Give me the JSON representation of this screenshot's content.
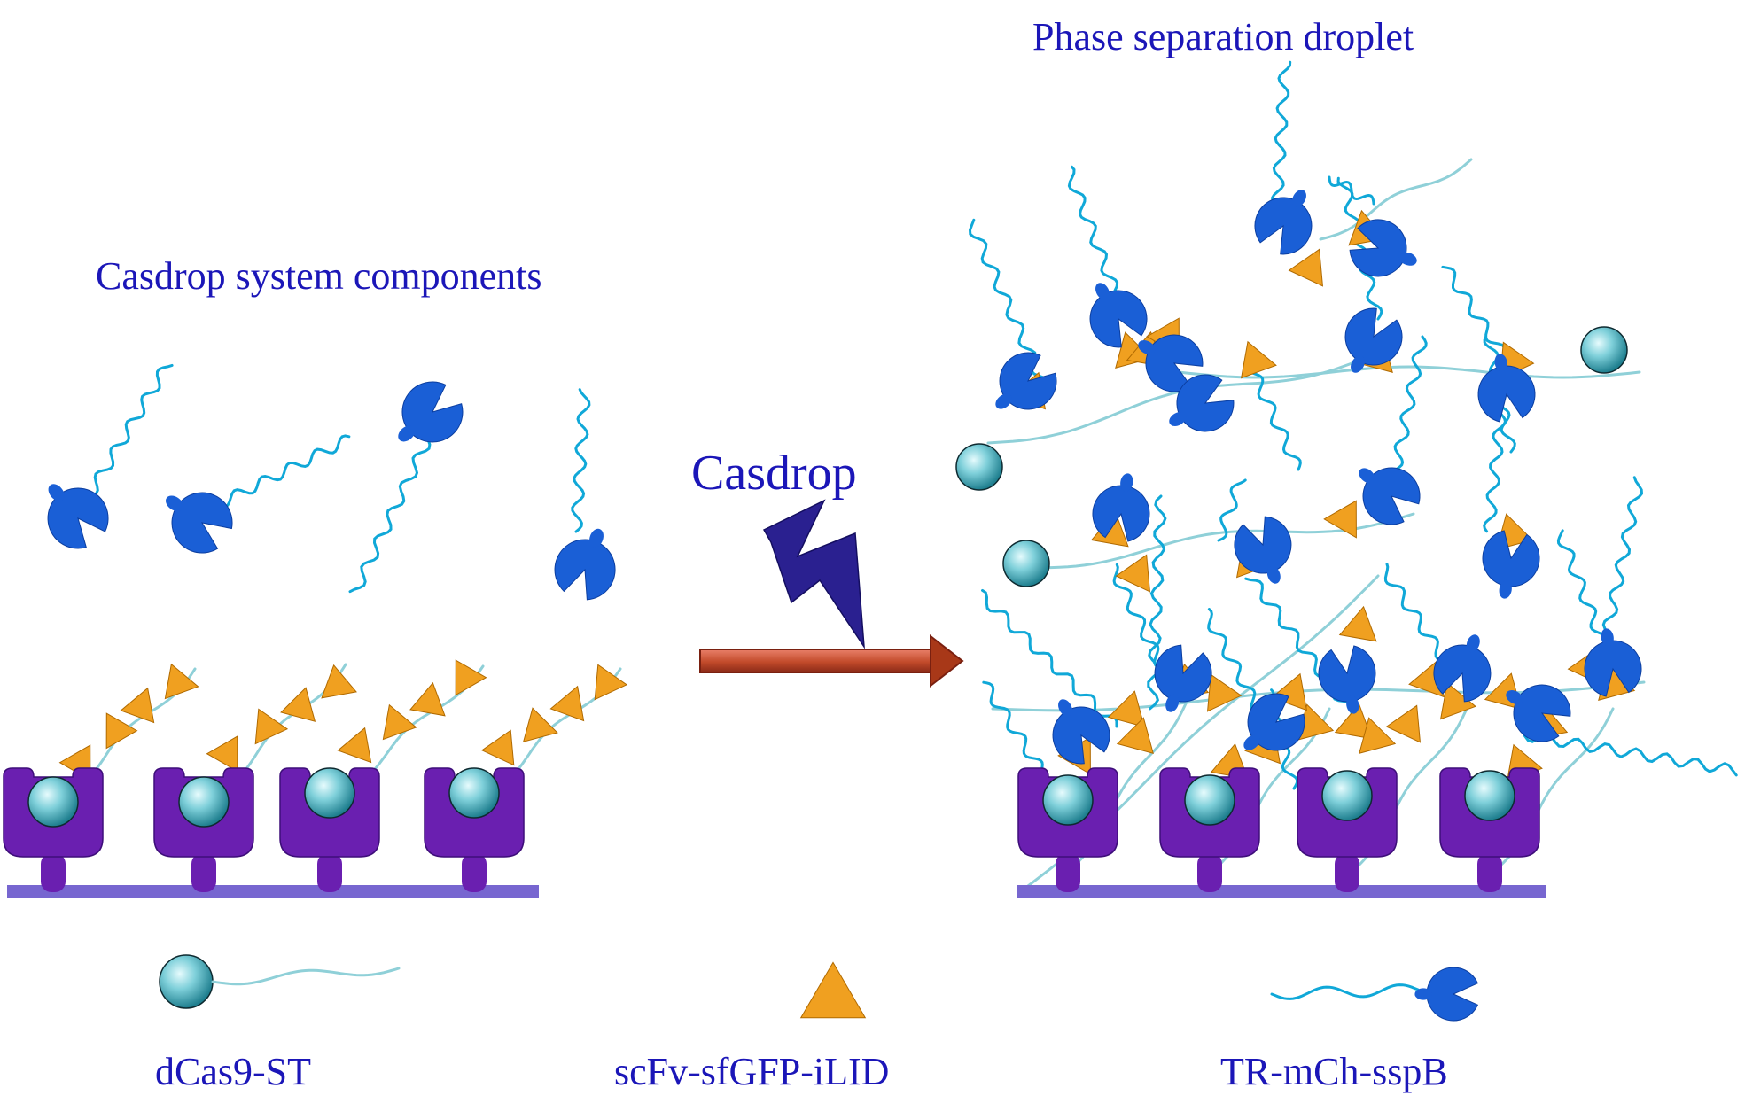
{
  "labels": {
    "left_title": "Casdrop system components",
    "right_title": "Phase separation droplet",
    "arrow_label": "Casdrop"
  },
  "legend": [
    {
      "name": "dCas9-ST",
      "icon": "sphere-with-tail-icon"
    },
    {
      "name": "scFv-sfGFP-iLID",
      "icon": "orange-triangle-icon"
    },
    {
      "name": "TR-mCh-sspB",
      "icon": "pacman-with-tail-icon"
    }
  ],
  "colors": {
    "text": "#1b16b8",
    "cas9": "#6a1fb0",
    "membrane": "#7766d0",
    "sphere": "#3aa7b4",
    "triangle": "#f0a020",
    "pacman": "#1a5fd6",
    "tether": "#10a8d8",
    "linker": "#8fd0d8",
    "arrow": "#c24a2a",
    "bolt": "#2a2090"
  }
}
